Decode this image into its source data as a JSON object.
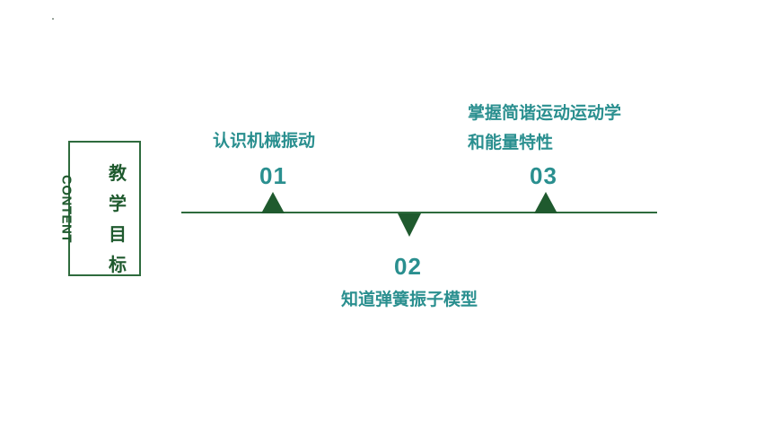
{
  "side": {
    "content_label": "CONTENT",
    "title": "教学目标"
  },
  "items": [
    {
      "number": "01",
      "text": "认识机械振动"
    },
    {
      "number": "02",
      "text": "知道弹簧振子模型"
    },
    {
      "number": "03",
      "text_line1": "掌握简谐运动运动学",
      "text_line2": "和能量特性"
    }
  ],
  "colors": {
    "green": "#1f5a2e",
    "teal": "#2a8f8f"
  }
}
